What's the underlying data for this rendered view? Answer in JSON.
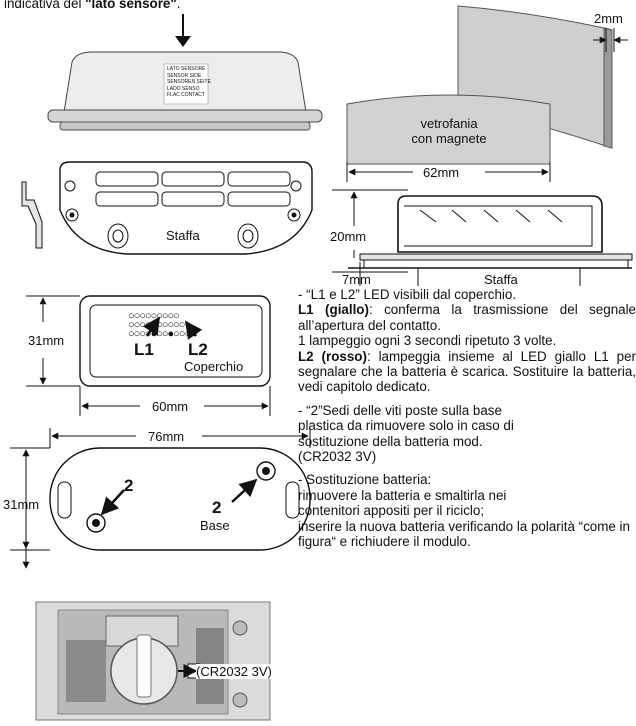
{
  "intro": {
    "prefix": "indicativa del ",
    "bold": "\"lato sensore\"",
    "suffix": "."
  },
  "sensor_label_lines": [
    "LATO SENSORE",
    "SENSOR SIDE",
    "SENSOREN SEITE",
    "LADO SENSO",
    "FLAC CONTACT"
  ],
  "magnet": {
    "thickness": "2mm",
    "sticker": [
      "vetrofania",
      "con magnete"
    ],
    "width": "62mm"
  },
  "bracket": {
    "label": "Staffa"
  },
  "side": {
    "height": "20mm",
    "base": "7mm",
    "label": "Staffa"
  },
  "cover": {
    "height": "31mm",
    "width": "60mm",
    "l1": "L1",
    "l2": "L2",
    "label": "Coperchio"
  },
  "base": {
    "width": "76mm",
    "height": "31mm",
    "num1": "2",
    "num2": "2",
    "label": "Base"
  },
  "battery_photo": {
    "label": "(CR2032 3V)"
  },
  "text": {
    "p1": "- “L1 e L2” LED visibili dal coperchio.",
    "p2_bold": "L1 (giallo)",
    "p2": ": conferma la trasmissione del segnale all’apertura del contatto.",
    "p3": "1 lampeggio ogni 3 secondi ripetuto 3 volte.",
    "p4_bold": "L2 (rosso)",
    "p4": ": lampeggia insieme al LED giallo L1 per segnalare che la batteria è scarica. Sostituire la batteria, vedi capitolo dedicato.",
    "p5": "- “2”Sedi delle viti poste sulla base plastica da rimuovere solo in caso di sostituzione della batteria mod. (CR2032 3V)",
    "p6": "- Sostituzione batteria:",
    "p7": "rimuovere la batteria e smaltirla nei contenitori appositi per il riciclo;",
    "p8": "inserire la nuova batteria verificando la polarità “come in figura“ e richiudere il modulo."
  }
}
